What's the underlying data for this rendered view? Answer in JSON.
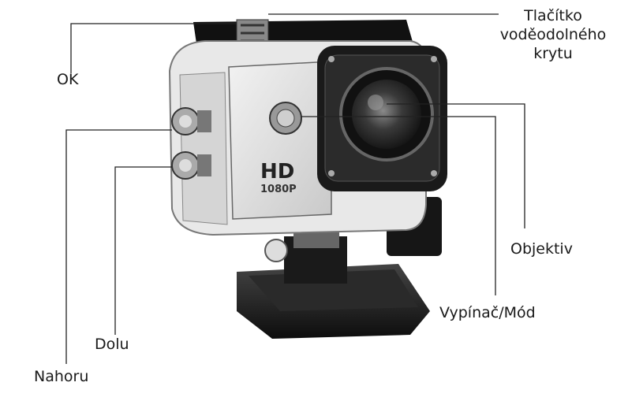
{
  "callouts": {
    "ok": "OK",
    "nahoru": "Nahoru",
    "dolu": "Dolu",
    "waterproof_button": "Tlačítko\nvoděodolného\nkrytu",
    "objektiv": "Objektiv",
    "vypinac": "Vypínač/Mód"
  },
  "camera": {
    "badge_hd": "HD",
    "badge_res": "1080P"
  }
}
